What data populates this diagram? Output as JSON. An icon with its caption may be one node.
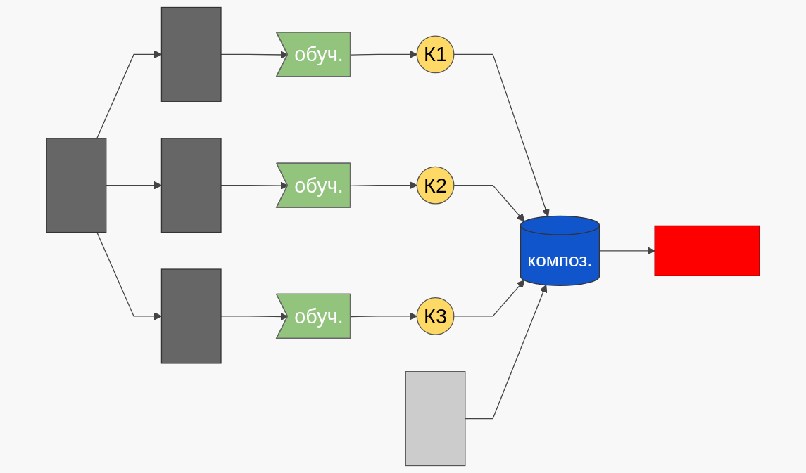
{
  "diagram": {
    "nodes": [
      {
        "text": [],
        "shape": "box"
      },
      {
        "text": [],
        "shape": "box"
      },
      {
        "text": [],
        "shape": "box"
      },
      {
        "text": [],
        "shape": "box"
      },
      {
        "text": [
          "обуч."
        ]
      },
      {
        "text": [
          "обуч."
        ]
      },
      {
        "text": [
          "обуч."
        ]
      },
      {
        "text": [
          "К1"
        ]
      },
      {
        "text": [
          "К2"
        ]
      },
      {
        "text": [
          "К3"
        ]
      },
      {
        "text": [],
        "shape": "box"
      },
      {
        "text": [
          "композ."
        ]
      },
      {
        "text": [],
        "shape": "bar"
      }
    ],
    "edges": [
      {
        "from": 0,
        "to": 1,
        "arrow": "to"
      },
      {
        "from": 0,
        "to": 2,
        "arrow": "to"
      },
      {
        "from": 0,
        "to": 3,
        "arrow": "to"
      },
      {
        "from": 1,
        "to": 4,
        "arrow": "to"
      },
      {
        "from": 2,
        "to": 5,
        "arrow": "to"
      },
      {
        "from": 3,
        "to": 6,
        "arrow": "to"
      },
      {
        "from": 4,
        "to": 7,
        "arrow": "to"
      },
      {
        "from": 5,
        "to": 8,
        "arrow": "to"
      },
      {
        "from": 6,
        "to": 9,
        "arrow": "to"
      },
      {
        "from": 7,
        "to": 11,
        "arrow": "to"
      },
      {
        "from": 8,
        "to": 11,
        "arrow": "to"
      },
      {
        "from": 9,
        "to": 11,
        "arrow": "to"
      },
      {
        "from": 10,
        "to": 11,
        "arrow": "to"
      },
      {
        "from": 11,
        "to": 12,
        "arrow": "to"
      }
    ]
  }
}
